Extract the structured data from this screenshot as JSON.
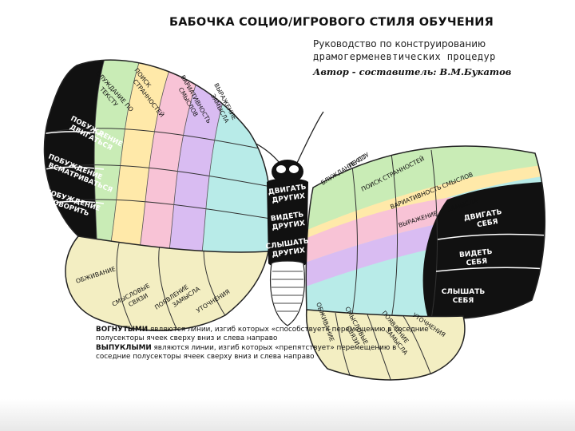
{
  "header": {
    "title": "БАБОЧКА СОЦИО/ИГРОВОГО СТИЛЯ ОБУЧЕНИЯ",
    "subtitle_line1": "Руководство по конструированию",
    "subtitle_line2": "драмогерменевтических процедур",
    "author": "Автор - составитель: В.М.Букатов"
  },
  "notes": {
    "concave_word": "ВОГНУТЫМИ",
    "concave_text": " являются линии, изгиб которых «способствует» перемещению в соседние полусекторы ячеек сверху вниз и слева направо",
    "convex_word": "ВЫПУКЛЫМИ",
    "convex_text": " являются линии, изгиб которых «препятствует» перемещению в соседние полусекторы ячеек сверху вниз и слева направо"
  },
  "body_labels": [
    "ДВИГАТЬ ДРУГИХ",
    "ВИДЕТЬ ДРУГИХ",
    "СЛЫШАТЬ ДРУГИХ"
  ],
  "left_upper_black": [
    "ПОБУЖДЕНИЕ ДВИГАТЬСЯ",
    "ПОБУЖДЕНИЕ ВСМАТРИВАТЬСЯ",
    "ПОБУЖДЕНИЕ ГОВОРИТЬ"
  ],
  "left_upper_bands": [
    "БЛУЖДАНИЕ ПО ТЕКСТУ",
    "ПОИСК СТРАННОСТЕЙ",
    "ВАРИАТИВНОСТЬ СМЫСЛОВ",
    "ВЫРАЖЕНИЕ ЗАМЫСЛА"
  ],
  "right_upper_bands": [
    "БЛУЖДАНИЕ ПО ТЕКСТУ",
    "ПОИСК СТРАННОСТЕЙ",
    "ВАРИАТИВНОСТЬ СМЫСЛОВ",
    "ВЫРАЖЕНИЕ ЗАМЫСЛА"
  ],
  "right_upper_black": [
    "ДВИГАТЬ СЕБЯ",
    "ВИДЕТЬ СЕБЯ",
    "СЛЫШАТЬ СЕБЯ"
  ],
  "left_lower_labels": [
    "ОБЖИВАНИЕ",
    "СМЫСЛОВЫЕ СВЯЗИ",
    "ПОЯВЛЕНИЕ ЗАМЫСЛА",
    "УТОЧНЕНИЯ"
  ],
  "right_lower_labels": [
    "ОБЖИВАНИЕ",
    "СМЫСЛОВЫЕ СВЯЗИ",
    "ПОЯВЛЕНИЕ ЗАМЫСЛА",
    "УТОЧНЕНИЯ"
  ],
  "colors": {
    "band1": "#c9ecb6",
    "band2": "#ffe9a9",
    "band3": "#f8c3d6",
    "band4": "#d9bcf2",
    "band5": "#b8ebe8",
    "lower": "#f3eec2",
    "black": "#111111"
  }
}
